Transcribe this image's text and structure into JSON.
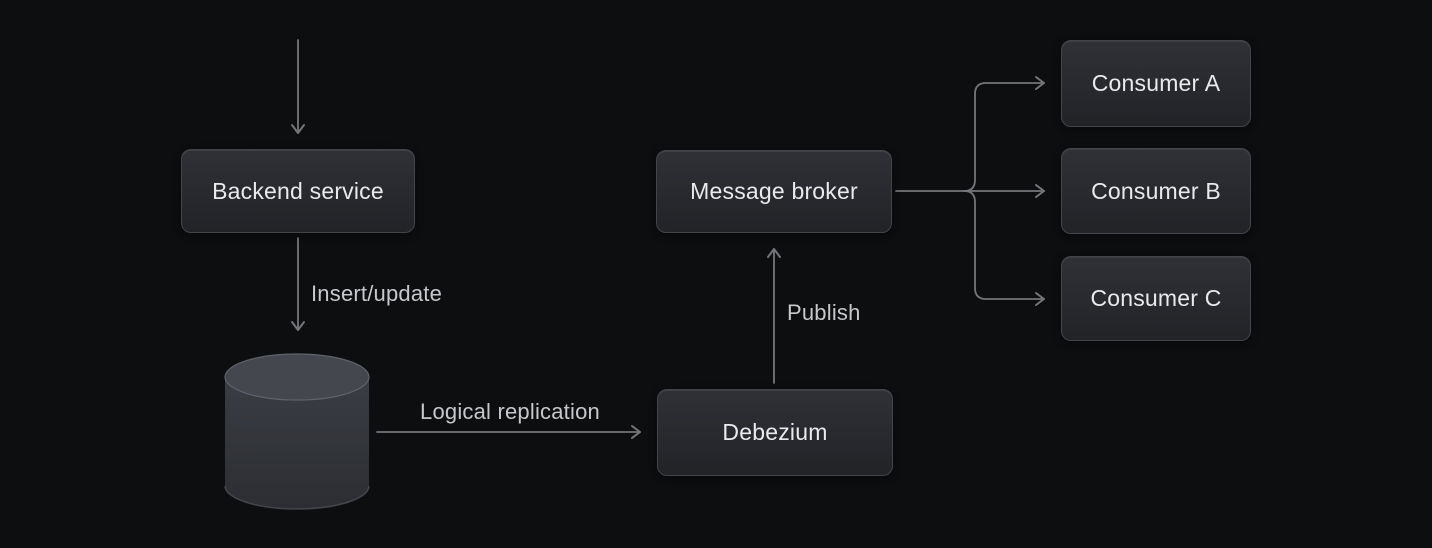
{
  "colors": {
    "bg": "#0d0e10",
    "node_top": "#2f3136",
    "node_bottom": "#212327",
    "node_border": "#43454b",
    "node_text": "#e9eaec",
    "edge_line": "#74767a",
    "edge_text": "#c6c8cb",
    "cyl_top": "#46494f",
    "cyl_top_rim": "#62656c",
    "cyl_body_top": "#3a3d43",
    "cyl_body_bottom": "#2c2e33",
    "cyl_bottom_rim": "#54575d"
  },
  "nodes": {
    "backend": {
      "label": "Backend service"
    },
    "broker": {
      "label": "Message broker"
    },
    "debezium": {
      "label": "Debezium"
    },
    "consumer_a": {
      "label": "Consumer A"
    },
    "consumer_b": {
      "label": "Consumer B"
    },
    "consumer_c": {
      "label": "Consumer C"
    }
  },
  "edges": {
    "insert_update": {
      "label": "Insert/update"
    },
    "logical_replication": {
      "label": "Logical replication"
    },
    "publish": {
      "label": "Publish"
    }
  }
}
